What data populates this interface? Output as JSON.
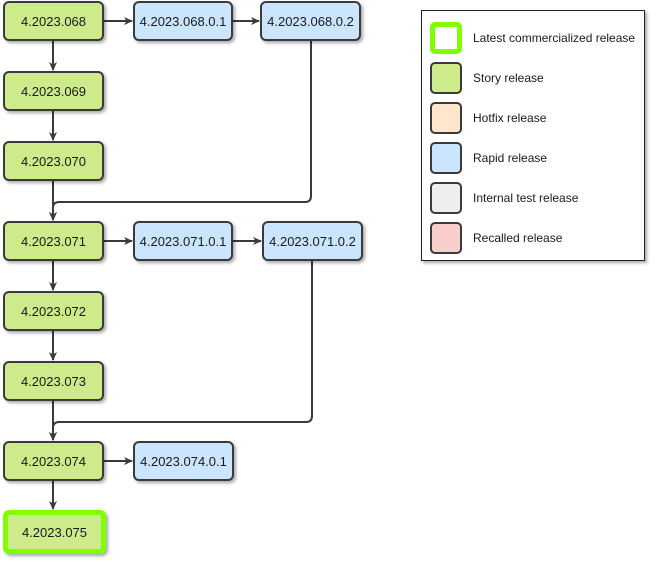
{
  "nodes": {
    "n068": "4.2023.068",
    "n068_0_1": "4.2023.068.0.1",
    "n068_0_2": "4.2023.068.0.2",
    "n069": "4.2023.069",
    "n070": "4.2023.070",
    "n071": "4.2023.071",
    "n071_0_1": "4.2023.071.0.1",
    "n071_0_2": "4.2023.071.0.2",
    "n072": "4.2023.072",
    "n073": "4.2023.073",
    "n074": "4.2023.074",
    "n074_0_1": "4.2023.074.0.1",
    "n075": "4.2023.075"
  },
  "legend": {
    "items": [
      {
        "label": "Latest commercialized release",
        "fill": "#ffffff",
        "border": "#80ff00"
      },
      {
        "label": "Story release",
        "fill": "#cdeb8b",
        "border": "#3a3a3a"
      },
      {
        "label": "Hotfix release",
        "fill": "#ffe6cc",
        "border": "#3a3a3a"
      },
      {
        "label": "Rapid release",
        "fill": "#cce5ff",
        "border": "#3a3a3a"
      },
      {
        "label": "Internal test release",
        "fill": "#eeeeee",
        "border": "#3a3a3a"
      },
      {
        "label": "Recalled release",
        "fill": "#f8cecc",
        "border": "#3a3a3a"
      }
    ]
  },
  "colors": {
    "story": "#cdeb8b",
    "rapid": "#cce5ff",
    "latest_border": "#80ff00",
    "edge": "#3a3a3a"
  }
}
